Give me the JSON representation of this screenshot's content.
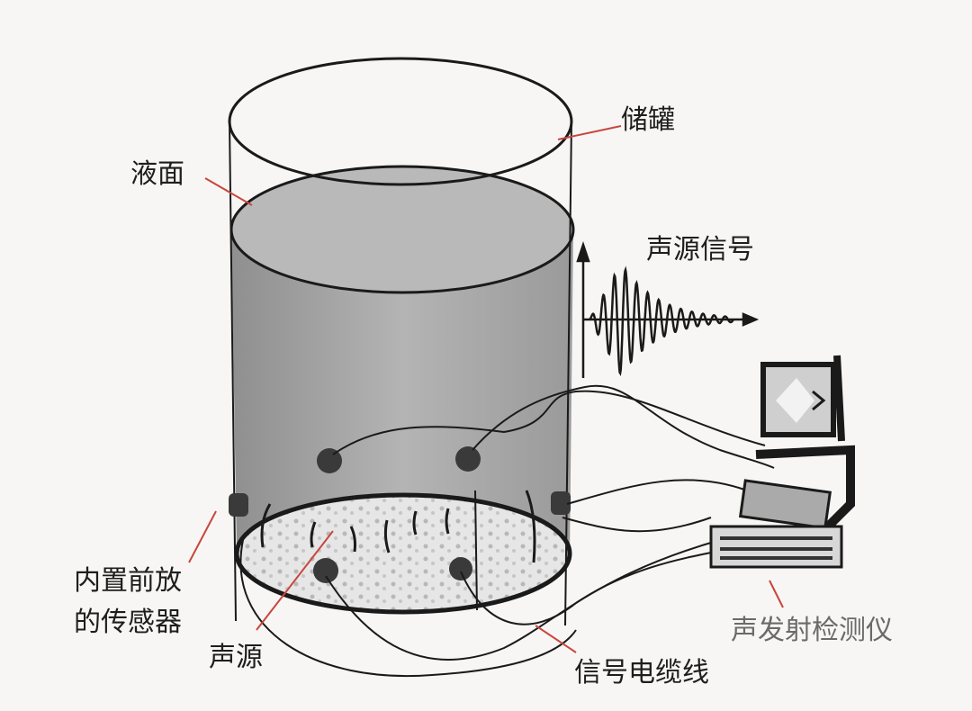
{
  "labels": {
    "tank": "储罐",
    "liquid_surface": "液面",
    "source_signal": "声源信号",
    "sensor_line1": "内置前放",
    "sensor_line2": "的传感器",
    "sound_source": "声源",
    "signal_cable": "信号电缆线",
    "ae_instrument": "声发射检测仪"
  },
  "colors": {
    "leader_line": "#c8463e",
    "line": "#1a1a1a",
    "liquid_fill": "#a9a9a9",
    "background": "#f7f6f4"
  }
}
